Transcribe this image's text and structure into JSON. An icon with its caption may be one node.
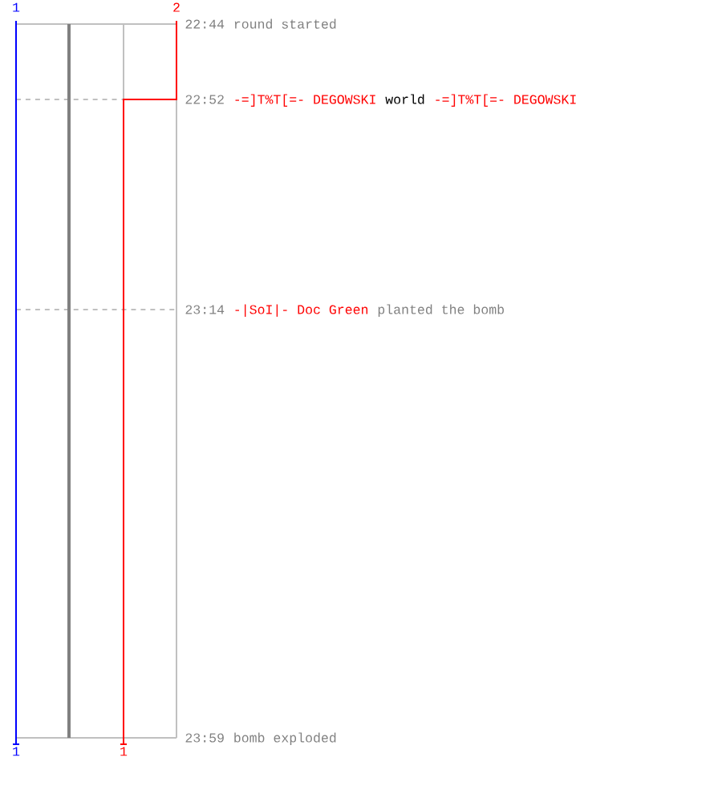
{
  "diagram": {
    "labels": [
      "1",
      "2",
      "22:44",
      "round started",
      "22:52",
      "-=]T%T[=- DEGOWSKI",
      "world",
      "-=]T%T[=- DEGOWSKI",
      "23:14",
      "-|SoI|- Doc Green",
      "planted the bomb",
      "1",
      "1",
      "23:59",
      "bomb exploded"
    ]
  }
}
